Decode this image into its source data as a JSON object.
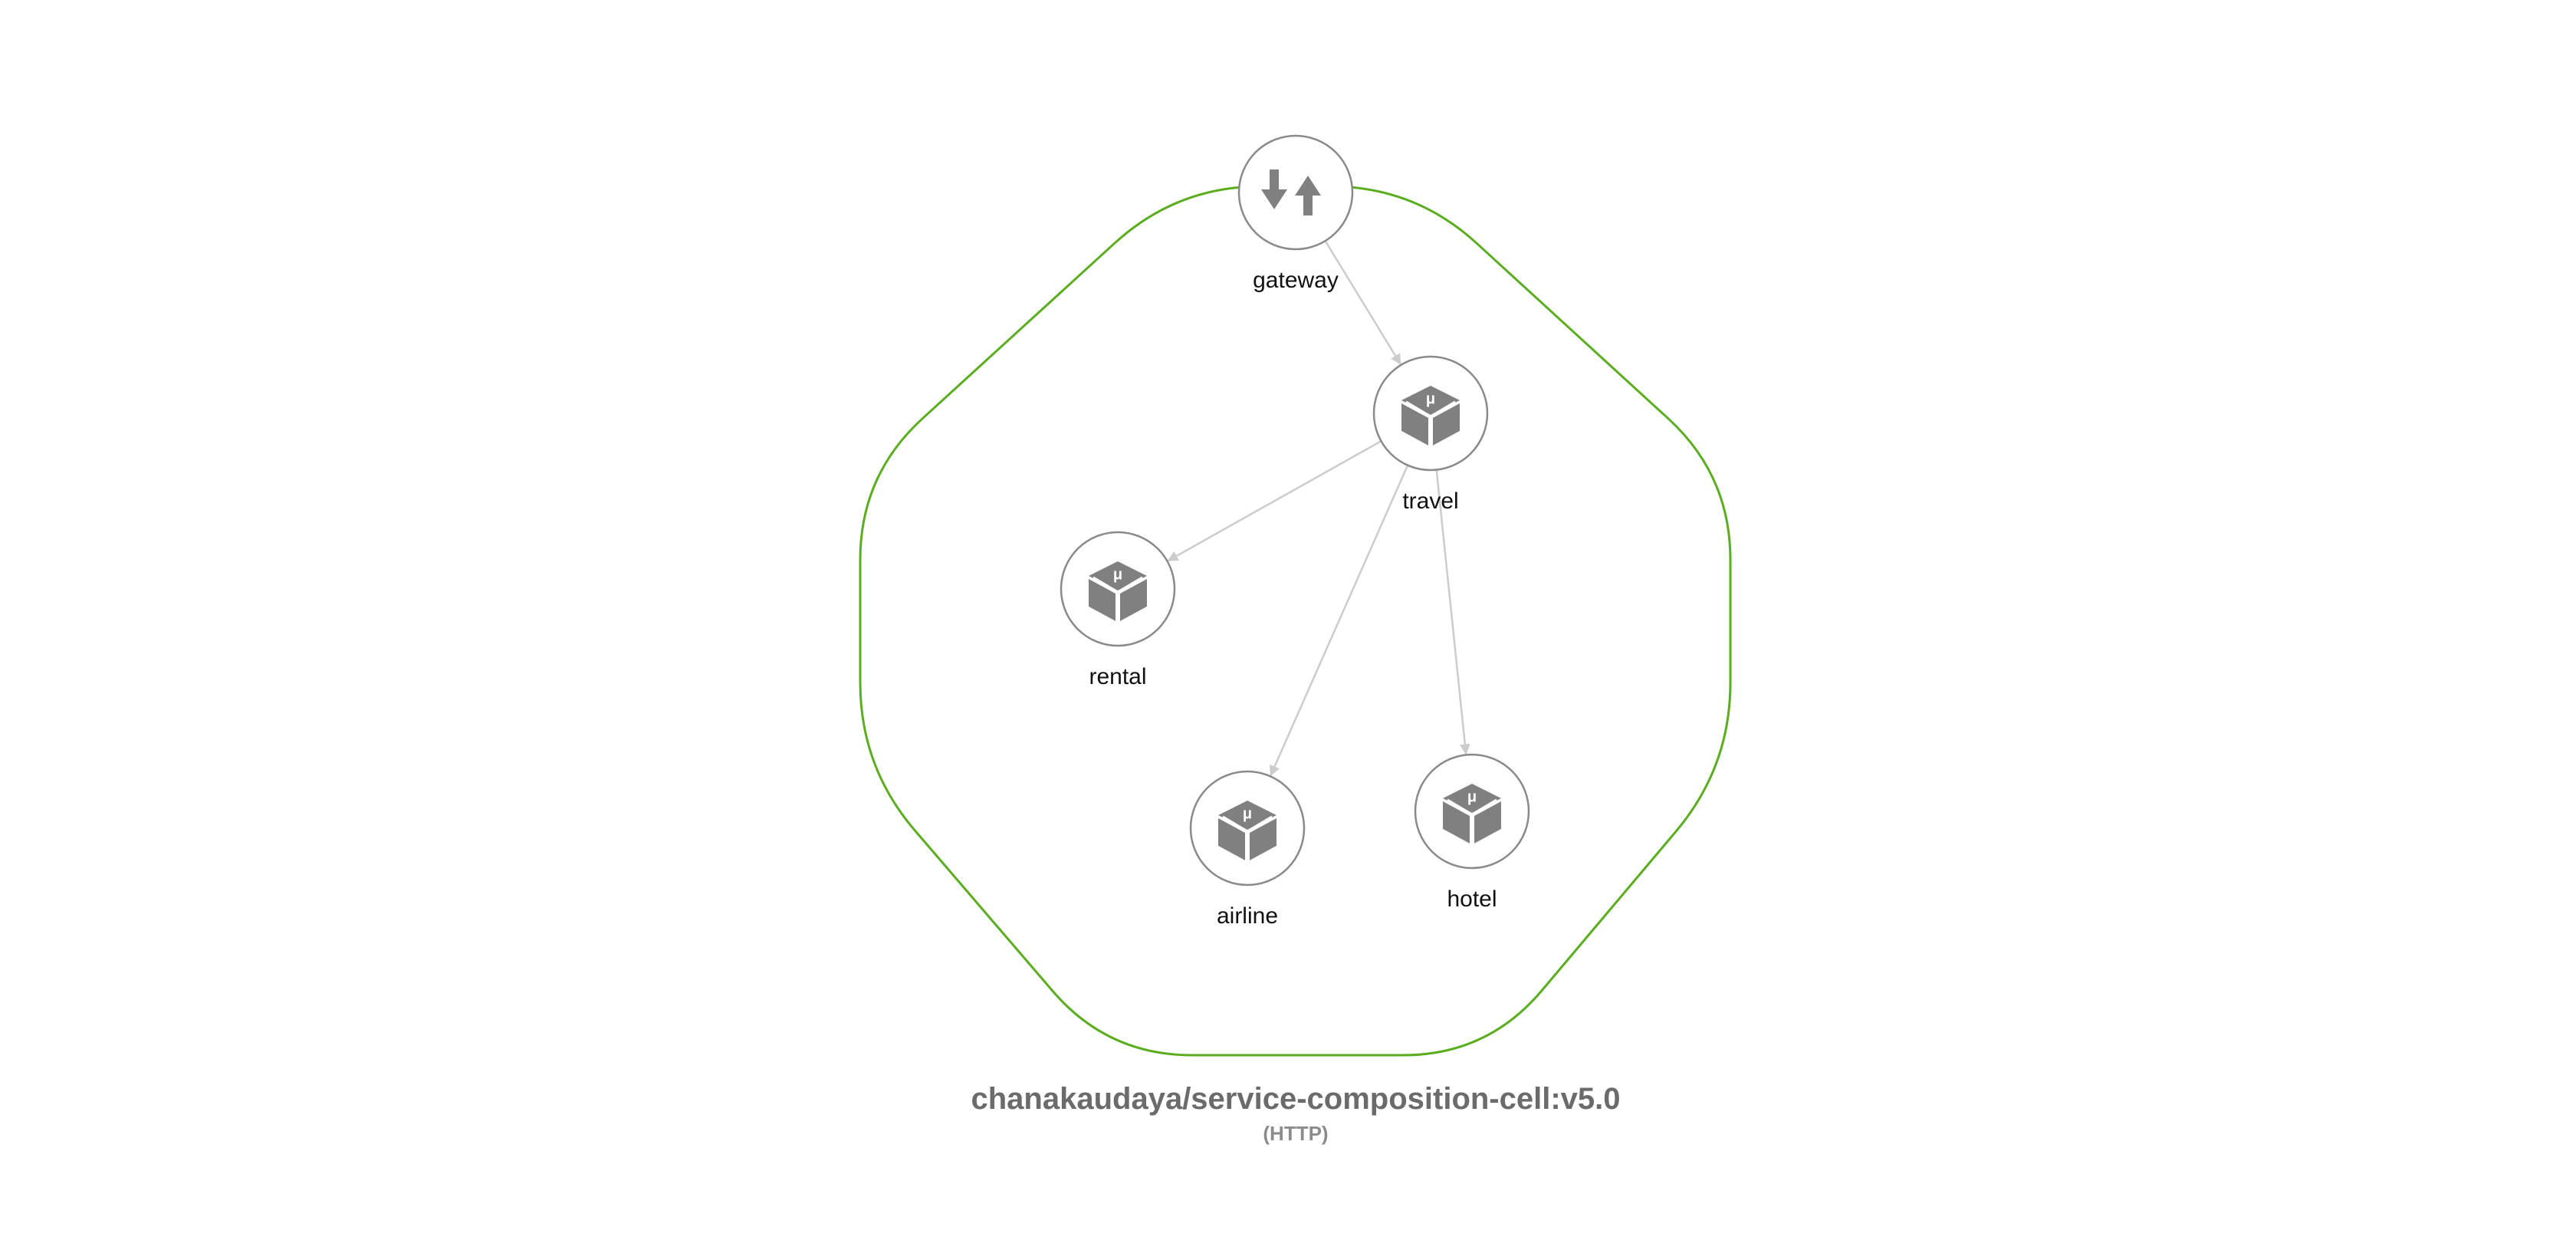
{
  "diagram": {
    "cell_name": "chanakaudaya/service-composition-cell:v5.0",
    "protocol": "(HTTP)",
    "colors": {
      "boundary": "#5aad1e",
      "node_border": "#8a8a8a",
      "icon": "#808080",
      "edge": "#cccccc",
      "label": "#111111",
      "title": "#6b6b6b",
      "subtitle": "#8c8c8c"
    },
    "nodes": [
      {
        "id": "gateway",
        "label": "gateway",
        "icon": "gateway-arrows-icon"
      },
      {
        "id": "travel",
        "label": "travel",
        "icon": "microservice-cube-icon"
      },
      {
        "id": "rental",
        "label": "rental",
        "icon": "microservice-cube-icon"
      },
      {
        "id": "airline",
        "label": "airline",
        "icon": "microservice-cube-icon"
      },
      {
        "id": "hotel",
        "label": "hotel",
        "icon": "microservice-cube-icon"
      }
    ],
    "edges": [
      {
        "from": "gateway",
        "to": "travel"
      },
      {
        "from": "travel",
        "to": "rental"
      },
      {
        "from": "travel",
        "to": "airline"
      },
      {
        "from": "travel",
        "to": "hotel"
      }
    ],
    "micro_glyph": "μ"
  }
}
